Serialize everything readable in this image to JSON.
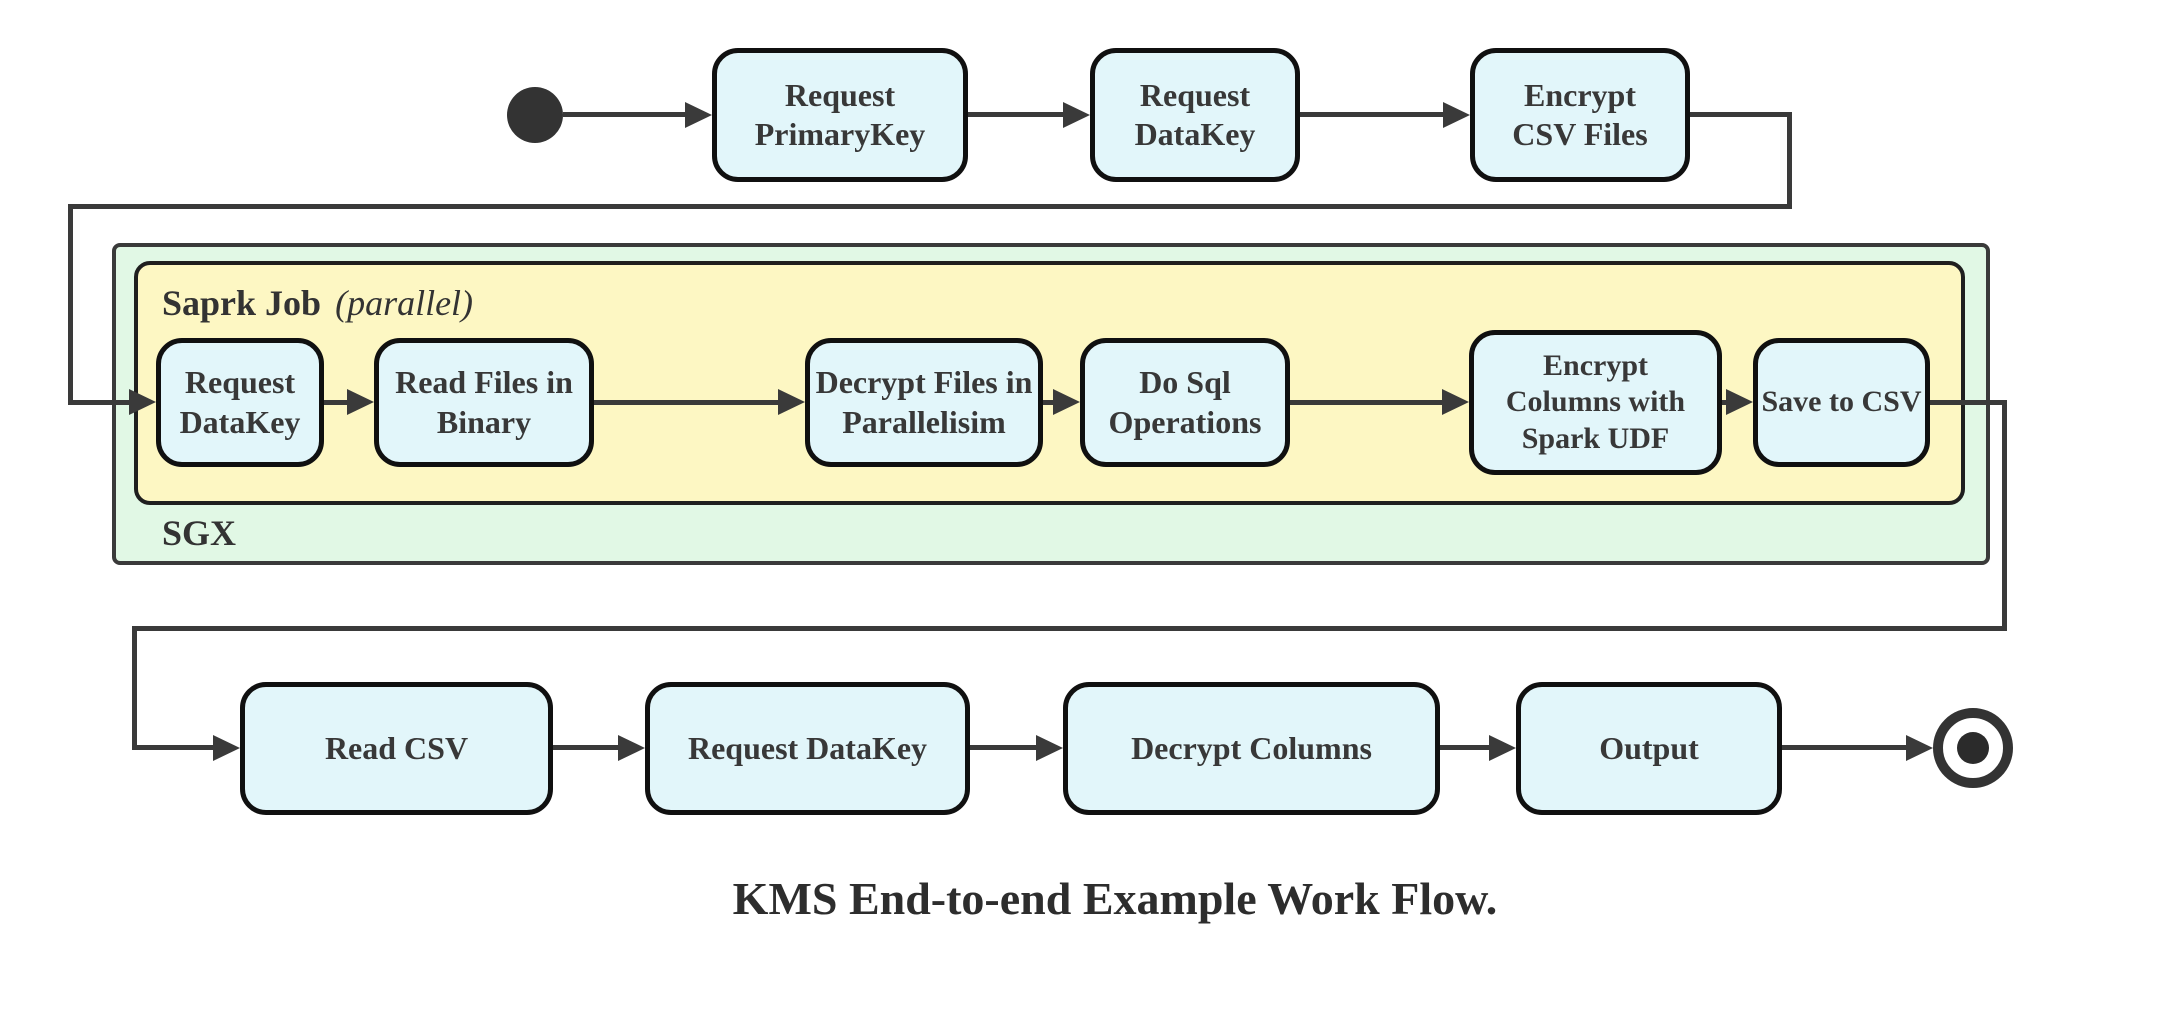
{
  "title": "KMS End-to-end Example Work Flow.",
  "containers": {
    "outer": {
      "label": "SGX"
    },
    "inner": {
      "label_bold": "Saprk Job",
      "label_italic": "(parallel)"
    }
  },
  "top_row": {
    "nodes": [
      {
        "label": "Request\nPrimaryKey"
      },
      {
        "label": "Request\nDataKey"
      },
      {
        "label": "Encrypt\nCSV Files"
      }
    ]
  },
  "middle_row": {
    "nodes": [
      {
        "label": "Request\nDataKey"
      },
      {
        "label": "Read Files in\nBinary"
      },
      {
        "label": "Decrypt Files in\nParallelisim"
      },
      {
        "label": "Do Sql\nOperations"
      },
      {
        "label": "Encrypt\nColumns with\nSpark UDF"
      },
      {
        "label": "Save to CSV"
      }
    ]
  },
  "bottom_row": {
    "nodes": [
      {
        "label": "Read CSV"
      },
      {
        "label": "Request DataKey"
      },
      {
        "label": "Decrypt Columns"
      },
      {
        "label": "Output"
      }
    ]
  },
  "icons": {
    "start": "start-state",
    "end": "end-state"
  },
  "colors": {
    "node_fill": "#e2f6fa",
    "node_border": "#101010",
    "inner_container_fill": "#fdf7c3",
    "outer_container_fill": "#e1f8e5",
    "edge": "#3a3a3a",
    "text": "#333333"
  }
}
